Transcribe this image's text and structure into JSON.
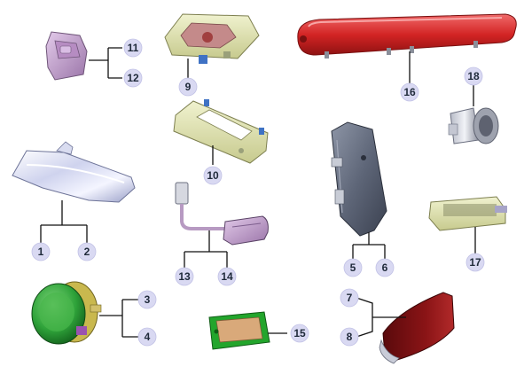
{
  "diagram": {
    "labels": {
      "c1": "1",
      "c2": "2",
      "c3": "3",
      "c4": "4",
      "c5": "5",
      "c6": "6",
      "c7": "7",
      "c8": "8",
      "c9": "9",
      "c10": "10",
      "c11": "11",
      "c12": "12",
      "c13": "13",
      "c14": "14",
      "c15": "15",
      "c16": "16",
      "c17": "17",
      "c18": "18"
    },
    "colors": {
      "callout_bubble": "#d9d9f2",
      "part_red": "#d32424",
      "part_dark_red": "#7a0f12",
      "part_green": "#2fa33a",
      "part_chrome": "#e4e6f3",
      "part_gray": "#5e6678",
      "part_khaki": "#dfe2b0",
      "part_mauve": "#c8a6d4"
    }
  }
}
